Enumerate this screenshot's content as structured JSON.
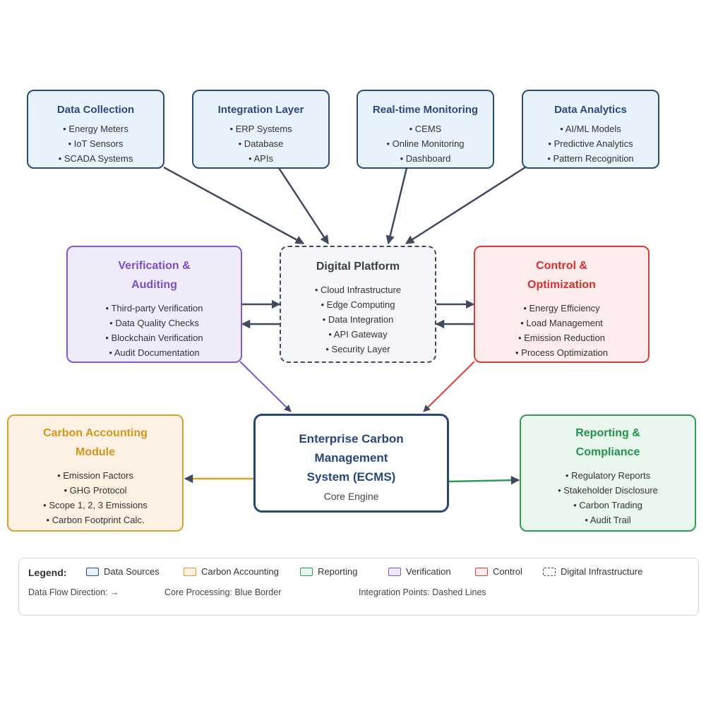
{
  "sources": [
    {
      "title": "Data Collection",
      "items": [
        "Energy Meters",
        "IoT Sensors",
        "SCADA Systems"
      ]
    },
    {
      "title": "Integration Layer",
      "items": [
        "ERP Systems",
        "Database",
        "APIs"
      ]
    },
    {
      "title": "Real-time Monitoring",
      "items": [
        "CEMS",
        "Online Monitoring",
        "Dashboard"
      ]
    },
    {
      "title": "Data Analytics",
      "items": [
        "AI/ML Models",
        "Predictive Analytics",
        "Pattern Recognition"
      ]
    }
  ],
  "verification": {
    "title_line1": "Verification &",
    "title_line2": "Auditing",
    "items": [
      "Third-party Verification",
      "Data Quality Checks",
      "Blockchain Verification",
      "Audit Documentation"
    ]
  },
  "platform": {
    "title": "Digital Platform",
    "items": [
      "Cloud Infrastructure",
      "Edge Computing",
      "Data Integration",
      "API Gateway",
      "Security Layer"
    ]
  },
  "control": {
    "title_line1": "Control &",
    "title_line2": "Optimization",
    "items": [
      "Energy Efficiency",
      "Load Management",
      "Emission Reduction",
      "Process Optimization"
    ]
  },
  "core": {
    "title_line1": "Enterprise Carbon",
    "title_line2": "Management",
    "title_line3": "System (ECMS)",
    "subtitle": "Core Engine"
  },
  "carbon_accounting": {
    "title_line1": "Carbon Accounting",
    "title_line2": "Module",
    "items": [
      "Emission Factors",
      "GHG Protocol",
      "Scope 1, 2, 3 Emissions",
      "Carbon Footprint Calc."
    ]
  },
  "reporting": {
    "title_line1": "Reporting &",
    "title_line2": "Compliance",
    "items": [
      "Regulatory Reports",
      "Stakeholder Disclosure",
      "Carbon Trading",
      "Audit Trail"
    ]
  },
  "legend": {
    "title": "Legend:",
    "items": [
      {
        "label": "Data Sources",
        "color": "#2c4a7a",
        "fill": "#e8f2fc",
        "dashed": false
      },
      {
        "label": "Carbon Accounting",
        "color": "#d9a036",
        "fill": "#fdf1e3",
        "dashed": false
      },
      {
        "label": "Reporting",
        "color": "#2e9d57",
        "fill": "#e9f7ee",
        "dashed": false
      },
      {
        "label": "Verification",
        "color": "#8257cf",
        "fill": "#f0ebfb",
        "dashed": false
      },
      {
        "label": "Control",
        "color": "#dc3b3b",
        "fill": "#fdecec",
        "dashed": false
      },
      {
        "label": "Digital Infrastructure",
        "color": "#3f4a5a",
        "fill": "#ffffff",
        "dashed": true
      }
    ],
    "notes": [
      "Data Flow Direction: →",
      "Core Processing: Blue Border",
      "Integration Points: Dashed Lines"
    ]
  },
  "colors": {
    "source_arrow": "#3f4a5f",
    "verification_arrow": "#8257cf",
    "control_arrow": "#dc3b3b",
    "carbon_arrow": "#d9a036",
    "reporting_arrow": "#2e9d57"
  }
}
